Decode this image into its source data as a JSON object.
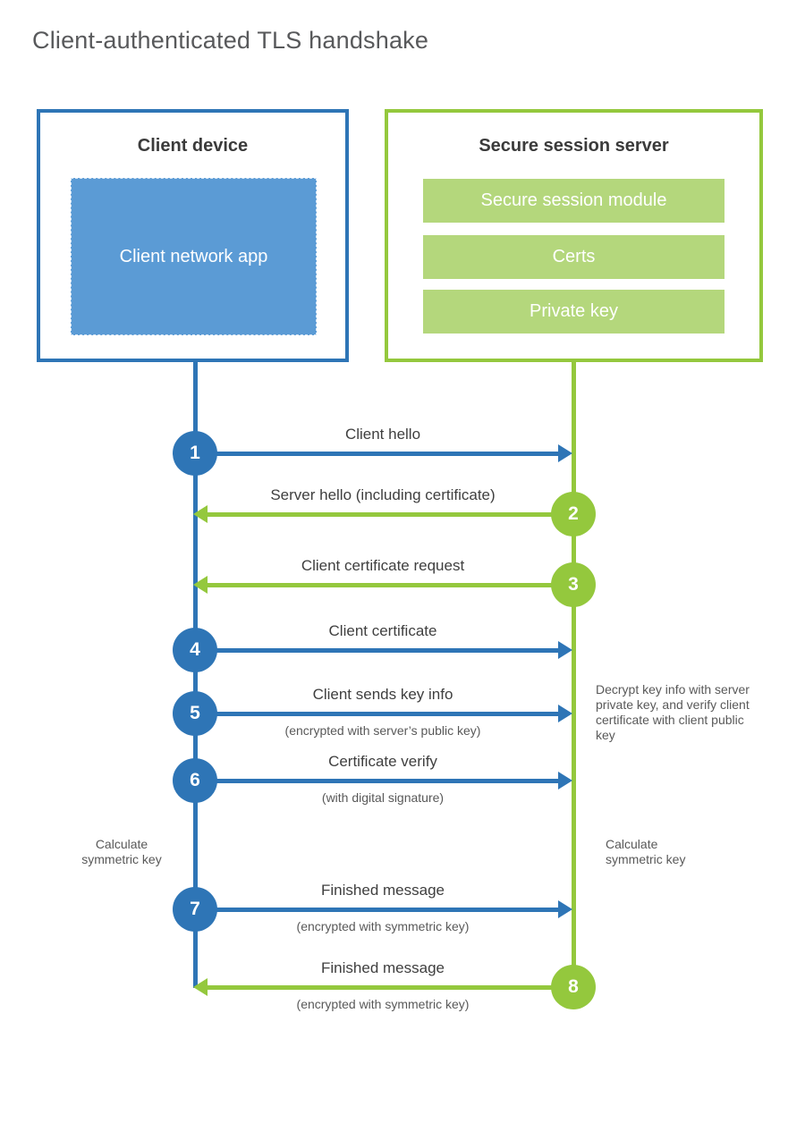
{
  "title": "Client-authenticated TLS handshake",
  "colors": {
    "blue": "#2e75b6",
    "light_blue": "#5b9bd5",
    "green": "#94c83d",
    "light_green": "#b4d77c",
    "text_dark": "#3f3f3f",
    "text_gray": "#595959"
  },
  "client_box": {
    "title": "Client device",
    "app_label": "Client network app"
  },
  "server_box": {
    "title": "Secure session server",
    "modules": [
      "Secure session module",
      "Certs",
      "Private key"
    ]
  },
  "steps": [
    {
      "number": "1",
      "label": "Client hello",
      "sublabel": "",
      "direction": "right",
      "color": "blue"
    },
    {
      "number": "2",
      "label": "Server hello (including certificate)",
      "sublabel": "",
      "direction": "left",
      "color": "green"
    },
    {
      "number": "3",
      "label": "Client certificate request",
      "sublabel": "",
      "direction": "left",
      "color": "green"
    },
    {
      "number": "4",
      "label": "Client certificate",
      "sublabel": "",
      "direction": "right",
      "color": "blue"
    },
    {
      "number": "5",
      "label": "Client sends key info",
      "sublabel": "(encrypted with server’s public key)",
      "direction": "right",
      "color": "blue"
    },
    {
      "number": "6",
      "label": "Certificate verify",
      "sublabel": "(with digital signature)",
      "direction": "right",
      "color": "blue"
    },
    {
      "number": "7",
      "label": "Finished message",
      "sublabel": "(encrypted with symmetric key)",
      "direction": "right",
      "color": "blue"
    },
    {
      "number": "8",
      "label": "Finished message",
      "sublabel": "(encrypted with symmetric key)",
      "direction": "left",
      "color": "green"
    }
  ],
  "annotations": {
    "client_note": "Calculate symmetric key",
    "server_side_note": "Calculate symmetric key",
    "server_process_note": "Decrypt key info with server private key, and verify client certificate with client public key"
  }
}
